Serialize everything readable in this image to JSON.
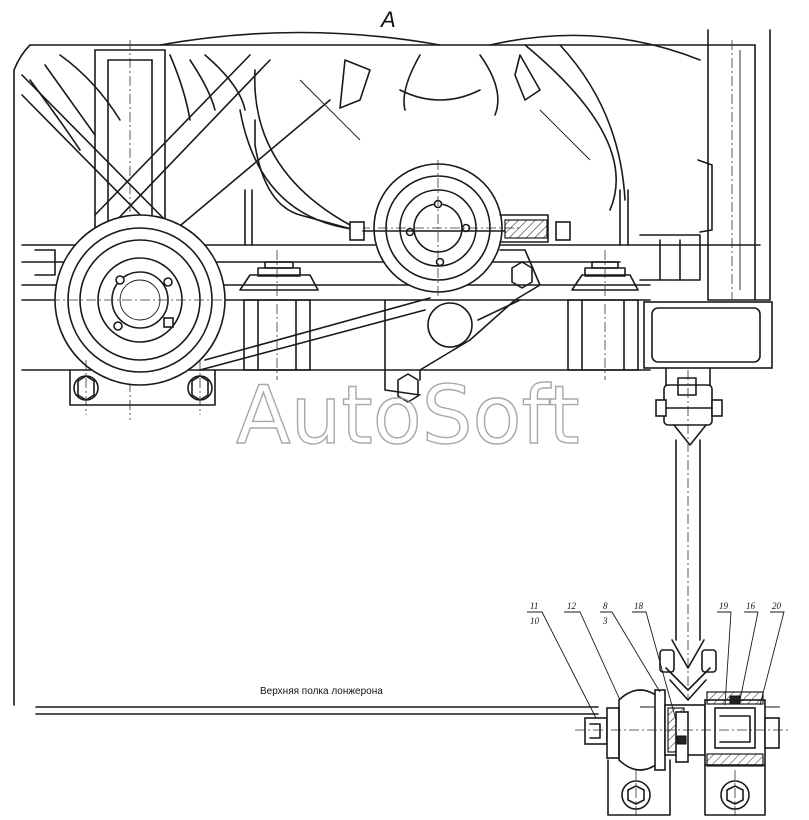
{
  "view_label": "A",
  "watermark": "AutoSoft",
  "annotation": "Верхняя полка лонжерона",
  "callouts": [
    {
      "id": "c11",
      "top": "11",
      "bottom": "10"
    },
    {
      "id": "c12",
      "top": "12"
    },
    {
      "id": "c8",
      "top": "8",
      "bottom": "3"
    },
    {
      "id": "c18",
      "top": "18"
    },
    {
      "id": "c19",
      "top": "19"
    },
    {
      "id": "c16",
      "top": "16"
    },
    {
      "id": "c20",
      "top": "20"
    }
  ],
  "colors": {
    "line": "#1a1a1a",
    "watermark": "#9a9a9a",
    "background": "#ffffff"
  }
}
